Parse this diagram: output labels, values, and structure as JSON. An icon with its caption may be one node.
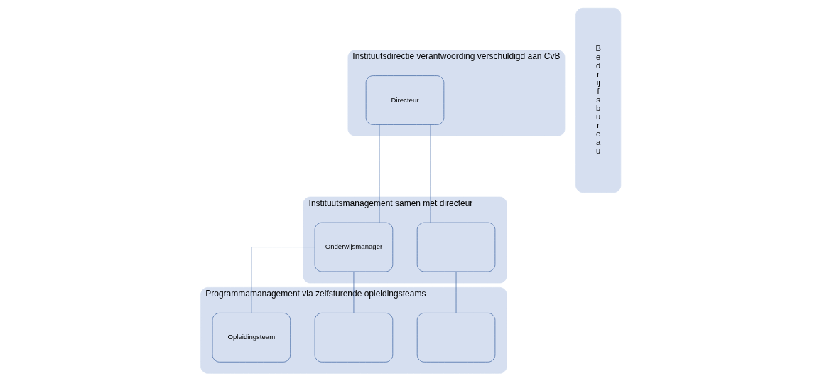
{
  "diagram": {
    "nodes": [
      {
        "text": [
          "Instituutsdirectie verantwoording verschuldigd aan CvB"
        ]
      },
      {
        "text": [
          "Directeur"
        ],
        "in": 0
      },
      {
        "text": [
          "Instituutsmanagement samen met directeur"
        ]
      },
      {
        "text": [
          "Onderwijsmanager"
        ],
        "in": 2
      },
      {
        "text": [],
        "shape": "box",
        "in": 2
      },
      {
        "text": [
          "Programmamanagement via zelfsturende opleidingsteams"
        ]
      },
      {
        "text": [
          "Opleidingsteam"
        ],
        "in": 5
      },
      {
        "text": [],
        "shape": "box",
        "in": 5
      },
      {
        "text": [],
        "shape": "box",
        "in": 5
      },
      {
        "text": [
          "B e d r ij f s b u r e a u"
        ]
      }
    ],
    "edges": [
      {
        "from": 1,
        "to": 3,
        "arrow": "none"
      },
      {
        "from": 1,
        "to": 4,
        "arrow": "none"
      },
      {
        "from": 3,
        "to": 6,
        "arrow": "none"
      },
      {
        "from": 3,
        "to": 7,
        "arrow": "none"
      },
      {
        "from": 4,
        "to": 8,
        "arrow": "none"
      }
    ]
  }
}
